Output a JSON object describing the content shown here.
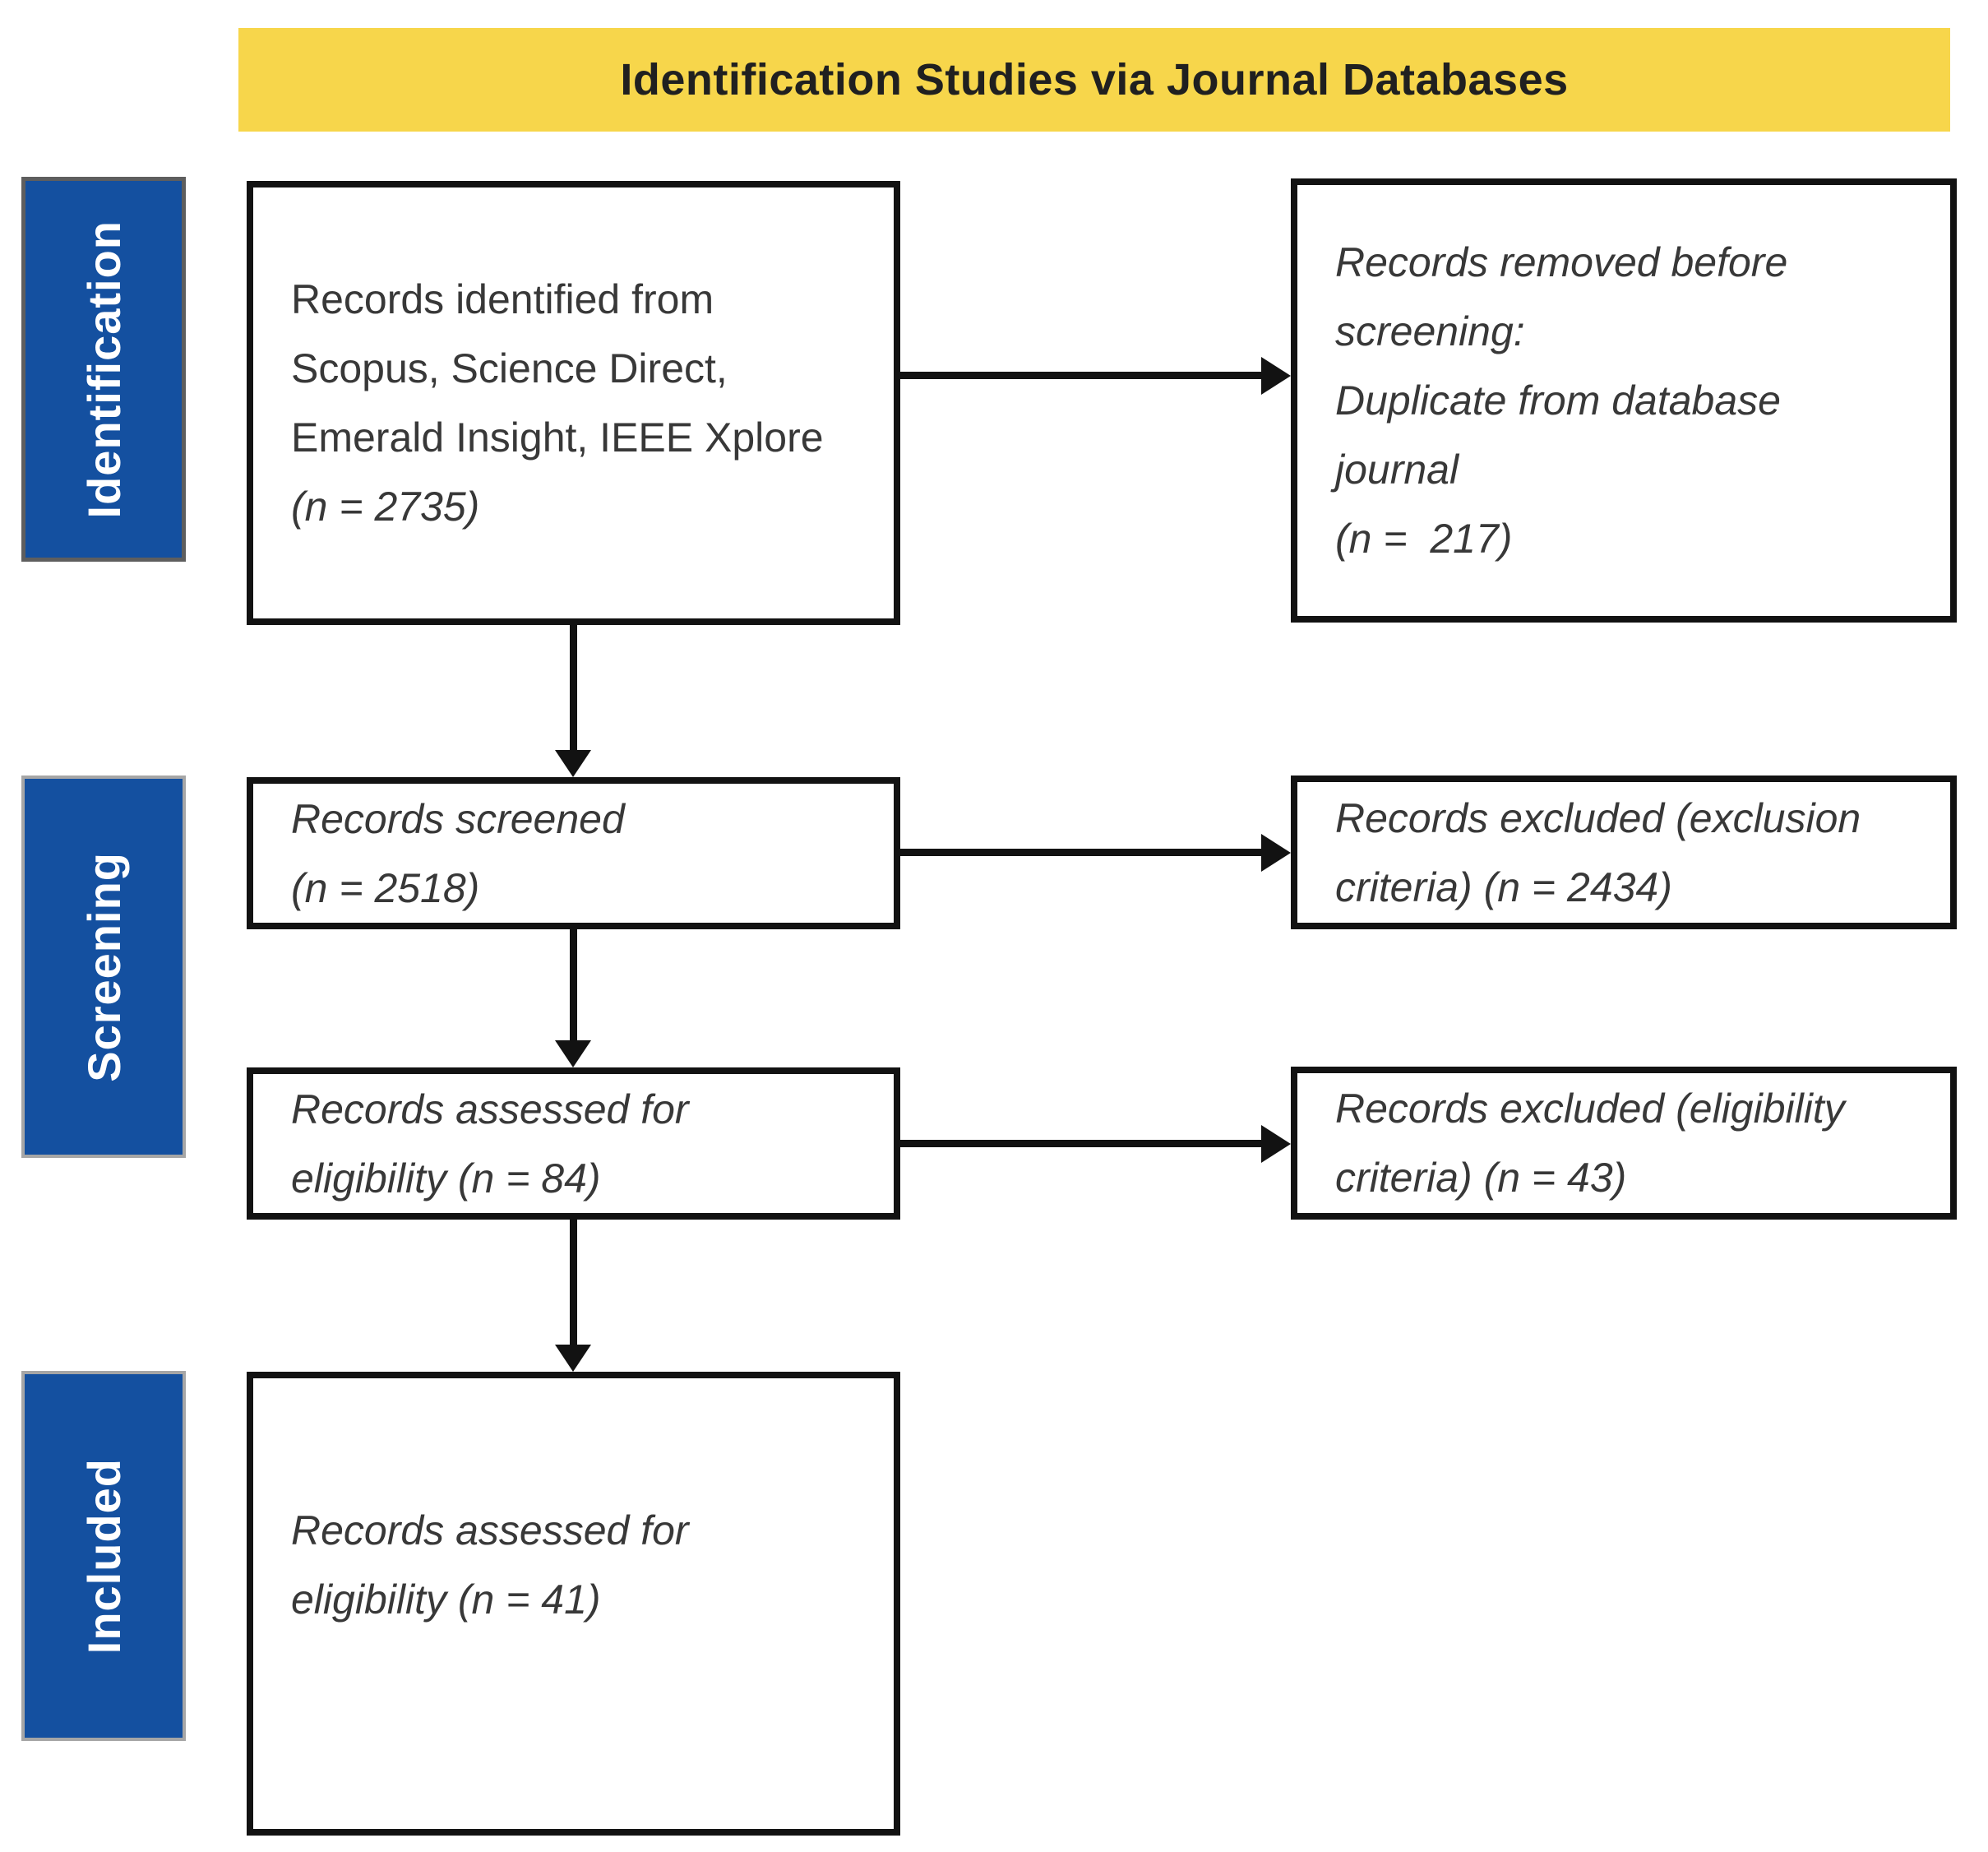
{
  "banner": {
    "title": "Identification Studies via Journal Databases"
  },
  "stages": [
    {
      "label": "Identification"
    },
    {
      "label": "Screening"
    },
    {
      "label": "Included"
    }
  ],
  "boxes": {
    "identified": {
      "lines": [
        "Records identified from",
        "Scopus, Science Direct,",
        "Emerald Insight, IEEE Xplore"
      ],
      "count": "(n = 2735)"
    },
    "removed": {
      "lines": [
        "Records removed before",
        "screening:",
        "Duplicate from database",
        "journal",
        "(n =  217)"
      ]
    },
    "screened": {
      "lines": [
        "Records screened",
        "(n = 2518)"
      ]
    },
    "excluded_exclusion": {
      "lines": [
        "Records excluded (exclusion",
        "criteria) (n = 2434)"
      ]
    },
    "assessed": {
      "lines": [
        "Records assessed for",
        "eligibility (n = 84)"
      ]
    },
    "excluded_eligibility": {
      "lines": [
        "Records excluded (eligibility",
        "criteria) (n = 43)"
      ]
    },
    "included": {
      "lines": [
        "Records assessed for",
        "eligibility (n = 41)"
      ]
    }
  },
  "colors": {
    "banner_bg": "#F7D64B",
    "stage_bg": "#1450A0",
    "stage_text": "#FFFFFF",
    "box_border": "#121212",
    "box_text": "#383838",
    "arrow": "#121212",
    "title_text": "#202020"
  }
}
